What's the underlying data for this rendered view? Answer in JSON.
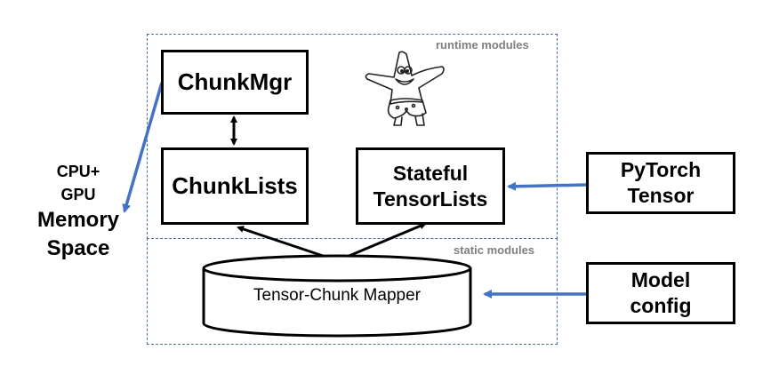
{
  "regions": {
    "runtime_label": "runtime modules",
    "static_label": "static modules"
  },
  "nodes": {
    "chunk_mgr": "ChunkMgr",
    "chunk_lists": "ChunkLists",
    "stateful_line1": "Stateful",
    "stateful_line2": "TensorLists",
    "pytorch_line1": "PyTorch",
    "pytorch_line2": "Tensor",
    "model_line1": "Model",
    "model_line2": "config",
    "mapper": "Tensor-Chunk Mapper"
  },
  "memory": {
    "line1": "CPU+",
    "line2": "GPU",
    "line3": "Memory",
    "line4": "Space"
  },
  "colors": {
    "arrow_blue": "#4472c4",
    "arrow_black": "#000000",
    "dashed_border": "#4a6fa5",
    "region_label": "#7f7f7f"
  },
  "mascot_icon": "starfish-character-icon"
}
